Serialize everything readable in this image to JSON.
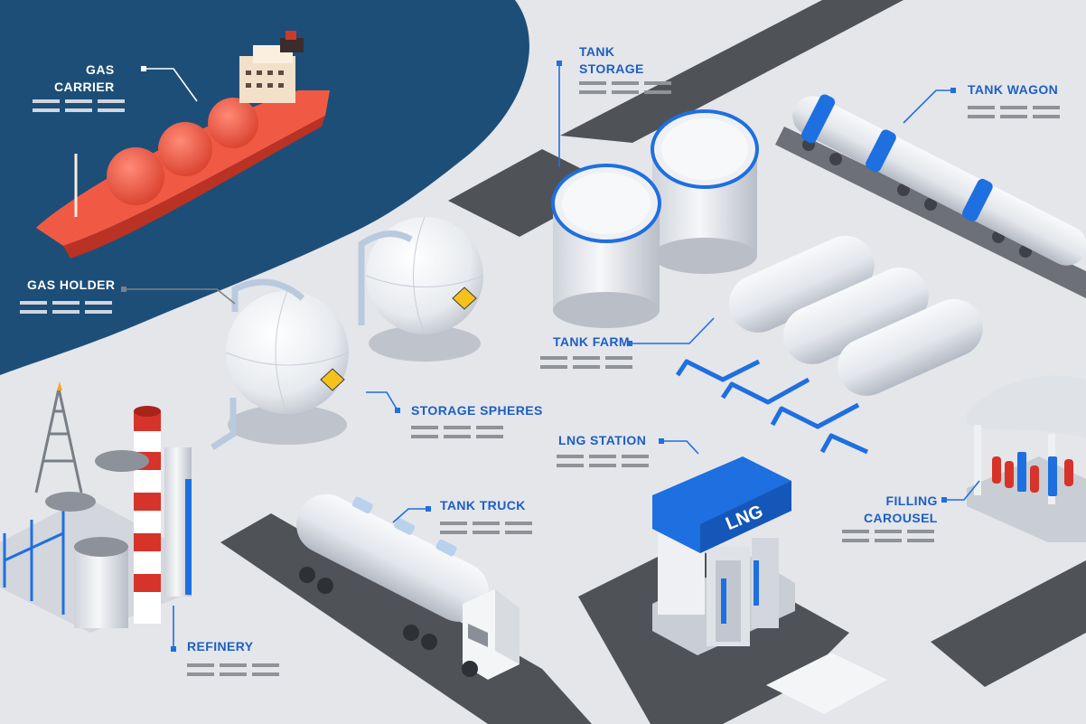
{
  "labels": {
    "gas_carrier": [
      "GAS",
      "CARRIER"
    ],
    "tank_storage": [
      "TANK",
      "STORAGE"
    ],
    "tank_wagon": "TANK WAGON",
    "gas_holder": "GAS HOLDER",
    "tank_farm": "TANK FARM",
    "storage_spheres": "STORAGE SPHERES",
    "lng_station": "LNG STATION",
    "tank_truck": "TANK TRUCK",
    "filling_carousel": [
      "FILLING",
      "CAROUSEL"
    ],
    "refinery": "REFINERY"
  },
  "signage": {
    "lng_canopy": "LNG"
  },
  "icons": [
    "flammable-warning-icon"
  ],
  "colors": {
    "sea": "#1d4e78",
    "ground": "#e4e6ea",
    "road": "#4f5257",
    "label_text": "#1d5fc4",
    "accent_blue": "#1e6fe0",
    "ship_hull": "#ee4b36",
    "chimney_red": "#d6342a"
  }
}
